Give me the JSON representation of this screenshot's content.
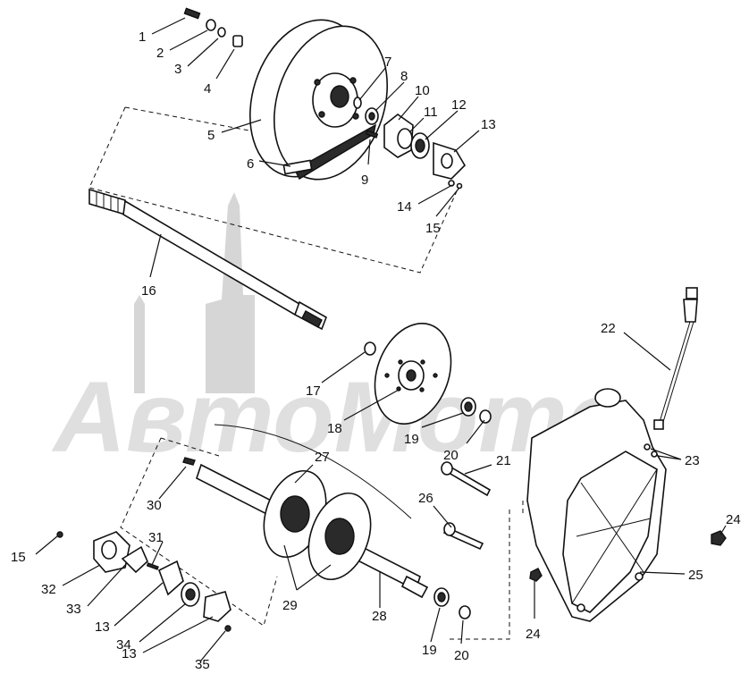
{
  "watermark": "АвтоМото",
  "callouts": [
    {
      "id": "c1",
      "text": "1"
    },
    {
      "id": "c2",
      "text": "2"
    },
    {
      "id": "c3",
      "text": "3"
    },
    {
      "id": "c4",
      "text": "4"
    },
    {
      "id": "c5",
      "text": "5"
    },
    {
      "id": "c6",
      "text": "6"
    },
    {
      "id": "c7",
      "text": "7"
    },
    {
      "id": "c8",
      "text": "8"
    },
    {
      "id": "c9",
      "text": "9"
    },
    {
      "id": "c10",
      "text": "10"
    },
    {
      "id": "c11",
      "text": "11"
    },
    {
      "id": "c12",
      "text": "12"
    },
    {
      "id": "c13a",
      "text": "13"
    },
    {
      "id": "c14",
      "text": "14"
    },
    {
      "id": "c15a",
      "text": "15"
    },
    {
      "id": "c16",
      "text": "16"
    },
    {
      "id": "c17",
      "text": "17"
    },
    {
      "id": "c18",
      "text": "18"
    },
    {
      "id": "c19a",
      "text": "19"
    },
    {
      "id": "c20a",
      "text": "20"
    },
    {
      "id": "c21",
      "text": "21"
    },
    {
      "id": "c22",
      "text": "22"
    },
    {
      "id": "c23",
      "text": "23"
    },
    {
      "id": "c24a",
      "text": "24"
    },
    {
      "id": "c24b",
      "text": "24"
    },
    {
      "id": "c25",
      "text": "25"
    },
    {
      "id": "c26",
      "text": "26"
    },
    {
      "id": "c27",
      "text": "27"
    },
    {
      "id": "c28",
      "text": "28"
    },
    {
      "id": "c29",
      "text": "29"
    },
    {
      "id": "c30",
      "text": "30"
    },
    {
      "id": "c31",
      "text": "31"
    },
    {
      "id": "c15b",
      "text": "15"
    },
    {
      "id": "c32",
      "text": "32"
    },
    {
      "id": "c33",
      "text": "33"
    },
    {
      "id": "c13b",
      "text": "13"
    },
    {
      "id": "c34",
      "text": "34"
    },
    {
      "id": "c13c",
      "text": "13"
    },
    {
      "id": "c35",
      "text": "35"
    },
    {
      "id": "c19b",
      "text": "19"
    },
    {
      "id": "c20b",
      "text": "20"
    }
  ]
}
